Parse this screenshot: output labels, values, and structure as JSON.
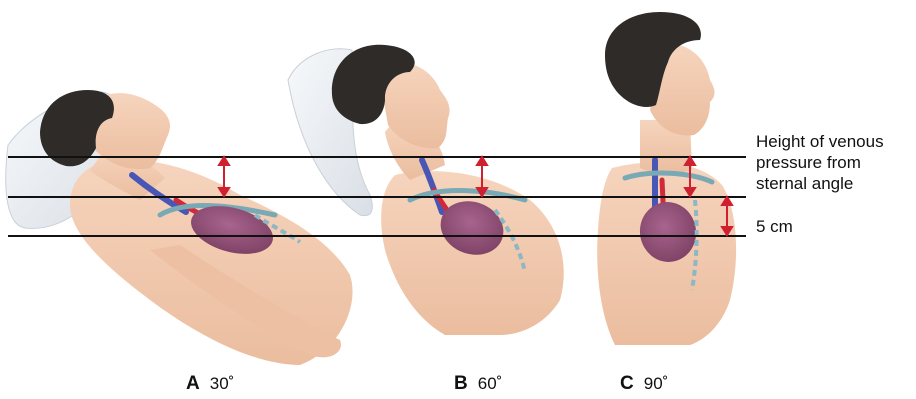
{
  "annotations": {
    "venous_height_label": [
      "Height of venous",
      "pressure from",
      "sternal angle"
    ],
    "distance_label": "5 cm"
  },
  "panels": [
    {
      "letter": "A",
      "angle": "30˚"
    },
    {
      "letter": "B",
      "angle": "60˚"
    },
    {
      "letter": "C",
      "angle": "90˚"
    }
  ],
  "colors": {
    "skin": "#f3cdb4",
    "skin_shadow": "#e3ad92",
    "hair": "#2e2b29",
    "pillow": "#e9edf2",
    "heart": "#8e4d73",
    "vein": "#4857b5",
    "artery": "#cf2b3b",
    "arrow": "#d01f2f",
    "line": "#111111"
  }
}
